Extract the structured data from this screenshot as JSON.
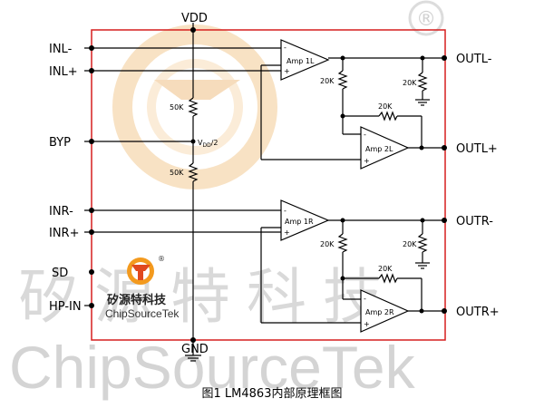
{
  "pins": {
    "vdd": "VDD",
    "gnd": "GND",
    "inl_minus": "INL-",
    "inl_plus": "INL+",
    "byp": "BYP",
    "inr_minus": "INR-",
    "inr_plus": "INR+",
    "sd": "SD",
    "hp_in": "HP-IN",
    "outl_minus": "OUTL-",
    "outl_plus": "OUTL+",
    "outr_minus": "OUTR-",
    "outr_plus": "OUTR+"
  },
  "amplifiers": {
    "amp1l": "Amp 1L",
    "amp2l": "Amp 2L",
    "amp1r": "Amp 1R",
    "amp2r": "Amp 2R"
  },
  "resistors": {
    "r_div_top": "50K",
    "r_div_bot": "50K",
    "r_l_fb": "20K",
    "r_l_in": "20K",
    "r_l_load": "20K",
    "r_r_fb": "20K",
    "r_r_in": "20K",
    "r_r_load": "20K"
  },
  "node_labels": {
    "vdd_half_v": "V",
    "vdd_half_sub": "DD",
    "vdd_half_div": "/2"
  },
  "logo": {
    "name_cn": "矽源特科技",
    "name_en": "ChipSourceTek",
    "registered": "®"
  },
  "watermark": {
    "cn": "矽源特科技",
    "en": "ChipSourceTek",
    "registered": "®"
  },
  "caption": "图1 LM4863内部原理框图"
}
